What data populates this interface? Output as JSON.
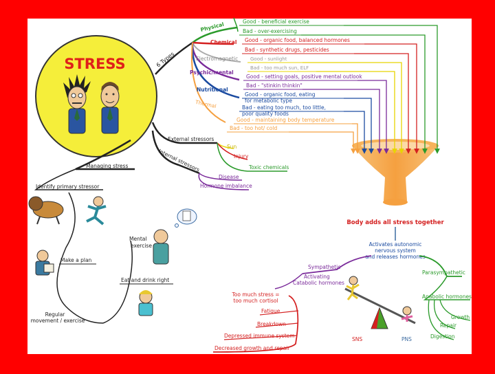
{
  "title": "STRESS",
  "types_label": "6 Types",
  "types": {
    "physical": {
      "label": "Physical",
      "good": "Good - beneficial exercise",
      "bad": "Bad -  over-exercising",
      "color": "#2a9a2a"
    },
    "chemical": {
      "label": "Chemical",
      "good": "Good - organic food, balanced hormones",
      "bad": "Bad - synthetic drugs, pesticides",
      "color": "#d42020"
    },
    "electromagnetic": {
      "label": "Electromagnetic",
      "good": "Good - sunlight",
      "bad": "Bad - too much sun, ELF",
      "color": "#9a9a9a"
    },
    "psychic": {
      "label": "Psychic/mental",
      "good": "Good - setting goals, positive mental outlook",
      "bad": "Bad - \"stinkin thinkin\"",
      "color": "#7a2a9a"
    },
    "nutritional": {
      "label": "Nutritional",
      "good_1": "Good - organic food, eating",
      "good_2": "for metabolic type",
      "bad_1": "Bad - eating too much, too little,",
      "bad_2": "poor quality foods",
      "color": "#1a4aa0"
    },
    "thermal": {
      "label": "Thermal",
      "good": "Good - maintaining body temperature",
      "bad": "Bad - too hot/ cold",
      "color": "#f5a040"
    }
  },
  "external": {
    "label": "External stressors",
    "items": [
      "Sun",
      "Injury",
      "Toxic chemicals"
    ]
  },
  "internal": {
    "label": "Internal stressors",
    "items": [
      "Disease",
      "Hormone imbalance"
    ]
  },
  "managing": {
    "label": "Managing stress",
    "identify": "Identify primary stressor",
    "plan": "Make a plan",
    "movement_1": "Regular",
    "movement_2": "movement / exercise",
    "mental_1": "Mental",
    "mental_2": "exercise",
    "eat": "Eat and drink right"
  },
  "body": {
    "sum": "Body adds all stress together",
    "activates_1": "Activates autonomic",
    "activates_2": "nervous system",
    "activates_3": "and releases hormones",
    "sympathetic": "Sympathetic",
    "activating_1": "Activating",
    "activating_2": "Catabolic hormones",
    "parasympathetic": "Parasympathetic",
    "anabolic": "Anabolic hormones",
    "anabolic_items": [
      "Growth",
      "Repair",
      "Digestion"
    ],
    "too_much_1": "Too much stress =",
    "too_much_2": "too much cortisol",
    "effects": [
      "Fatigue",
      "Breakdown",
      "Depressed immune system",
      "Decreased growth and repair"
    ],
    "sns": "SNS",
    "pns": "PNS"
  },
  "colors": {
    "frame": "#ff0000",
    "panel": "#ffffff",
    "title": "#e0201a",
    "head_circle": "#f5ee3a",
    "funnel": "#f5a040"
  }
}
